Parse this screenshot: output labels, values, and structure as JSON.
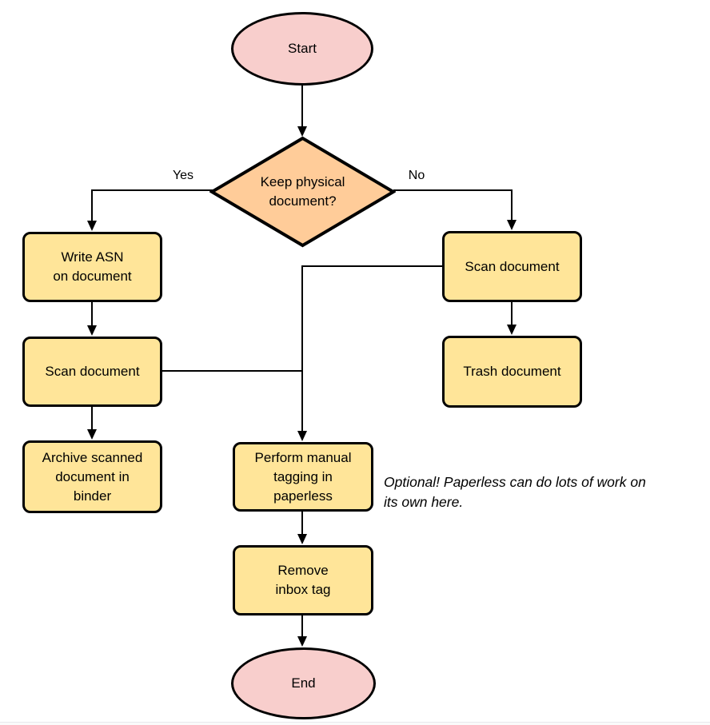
{
  "colors": {
    "terminal_fill": "#f8cecc",
    "decision_fill": "#ffcc99",
    "process_fill": "#ffe599",
    "stroke": "#000000"
  },
  "nodes": {
    "start": {
      "label": "Start"
    },
    "decision": {
      "label": "Keep physical\ndocument?"
    },
    "write_asn": {
      "label": "Write ASN\non document"
    },
    "scan_left": {
      "label": "Scan document"
    },
    "archive": {
      "label": "Archive scanned\ndocument in\nbinder"
    },
    "scan_right": {
      "label": "Scan document"
    },
    "trash": {
      "label": "Trash document"
    },
    "perform_tagging": {
      "label": "Perform manual\ntagging in\npaperless"
    },
    "remove_inbox_tag": {
      "label": "Remove\ninbox tag"
    },
    "end": {
      "label": "End"
    }
  },
  "edge_labels": {
    "yes": "Yes",
    "no": "No"
  },
  "note": "Optional! Paperless can do lots of work on\nits own here."
}
